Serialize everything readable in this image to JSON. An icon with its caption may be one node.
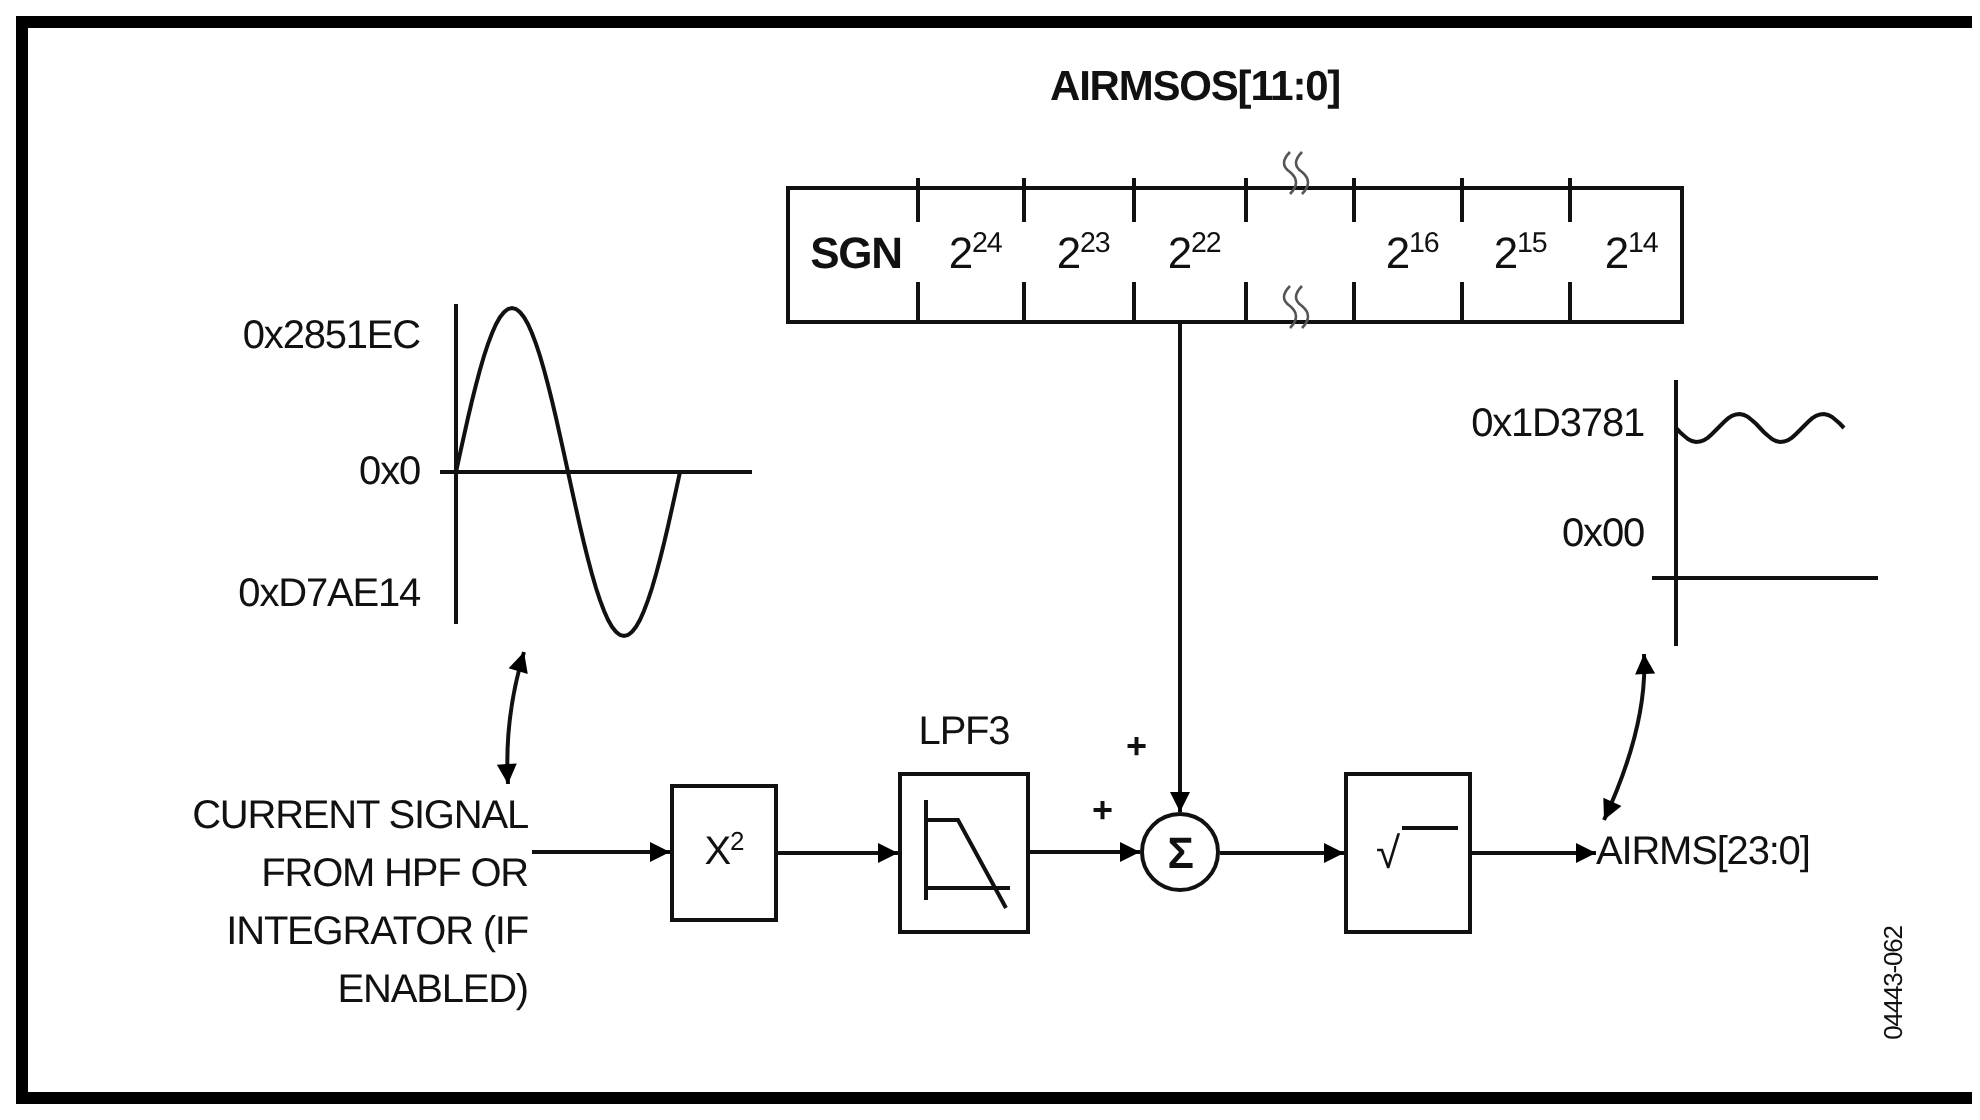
{
  "diagram": {
    "nodes": [
      {
        "text": [
          "CURRENT SIGNAL FROM HPF OR INTEGRATOR (IF ENABLED)"
        ]
      },
      {
        "text": [
          "X$^{2}$"
        ]
      },
      {
        "text": [
          "LPF3"
        ]
      },
      {
        "text": [
          "Σ"
        ]
      },
      {
        "text": [
          "√"
        ]
      },
      {
        "text": [
          "AIRMS[23:0]"
        ]
      },
      {
        "text": [
          "AIRMSOS[11:0]",
          "SGN",
          "2$^{24}$",
          "2$^{23}$",
          "2$^{22}$",
          "2$^{16}$",
          "2$^{15}$",
          "2$^{14}$"
        ]
      },
      {
        "text": [],
        "shape": "picture",
        "beside": [
          "0x2851EC",
          "0x0",
          "0xD7AE14"
        ]
      },
      {
        "text": [],
        "shape": "picture",
        "beside": [
          "0x1D3781",
          "0x00"
        ]
      }
    ],
    "edges": [
      {
        "from": 0,
        "to": 1,
        "arrow": "to"
      },
      {
        "from": 1,
        "to": 2,
        "arrow": "to"
      },
      {
        "from": 2,
        "to": 3,
        "arrow": "to",
        "label": "+"
      },
      {
        "from": 6,
        "to": 3,
        "arrow": "to",
        "label": "+"
      },
      {
        "from": 3,
        "to": 4,
        "arrow": "to"
      },
      {
        "from": 4,
        "to": 5,
        "arrow": "to"
      },
      {
        "from": 7,
        "to": 0,
        "arrow": "both"
      },
      {
        "from": 8,
        "to": 5,
        "arrow": "both"
      }
    ],
    "labels": [
      "04443-062"
    ]
  }
}
